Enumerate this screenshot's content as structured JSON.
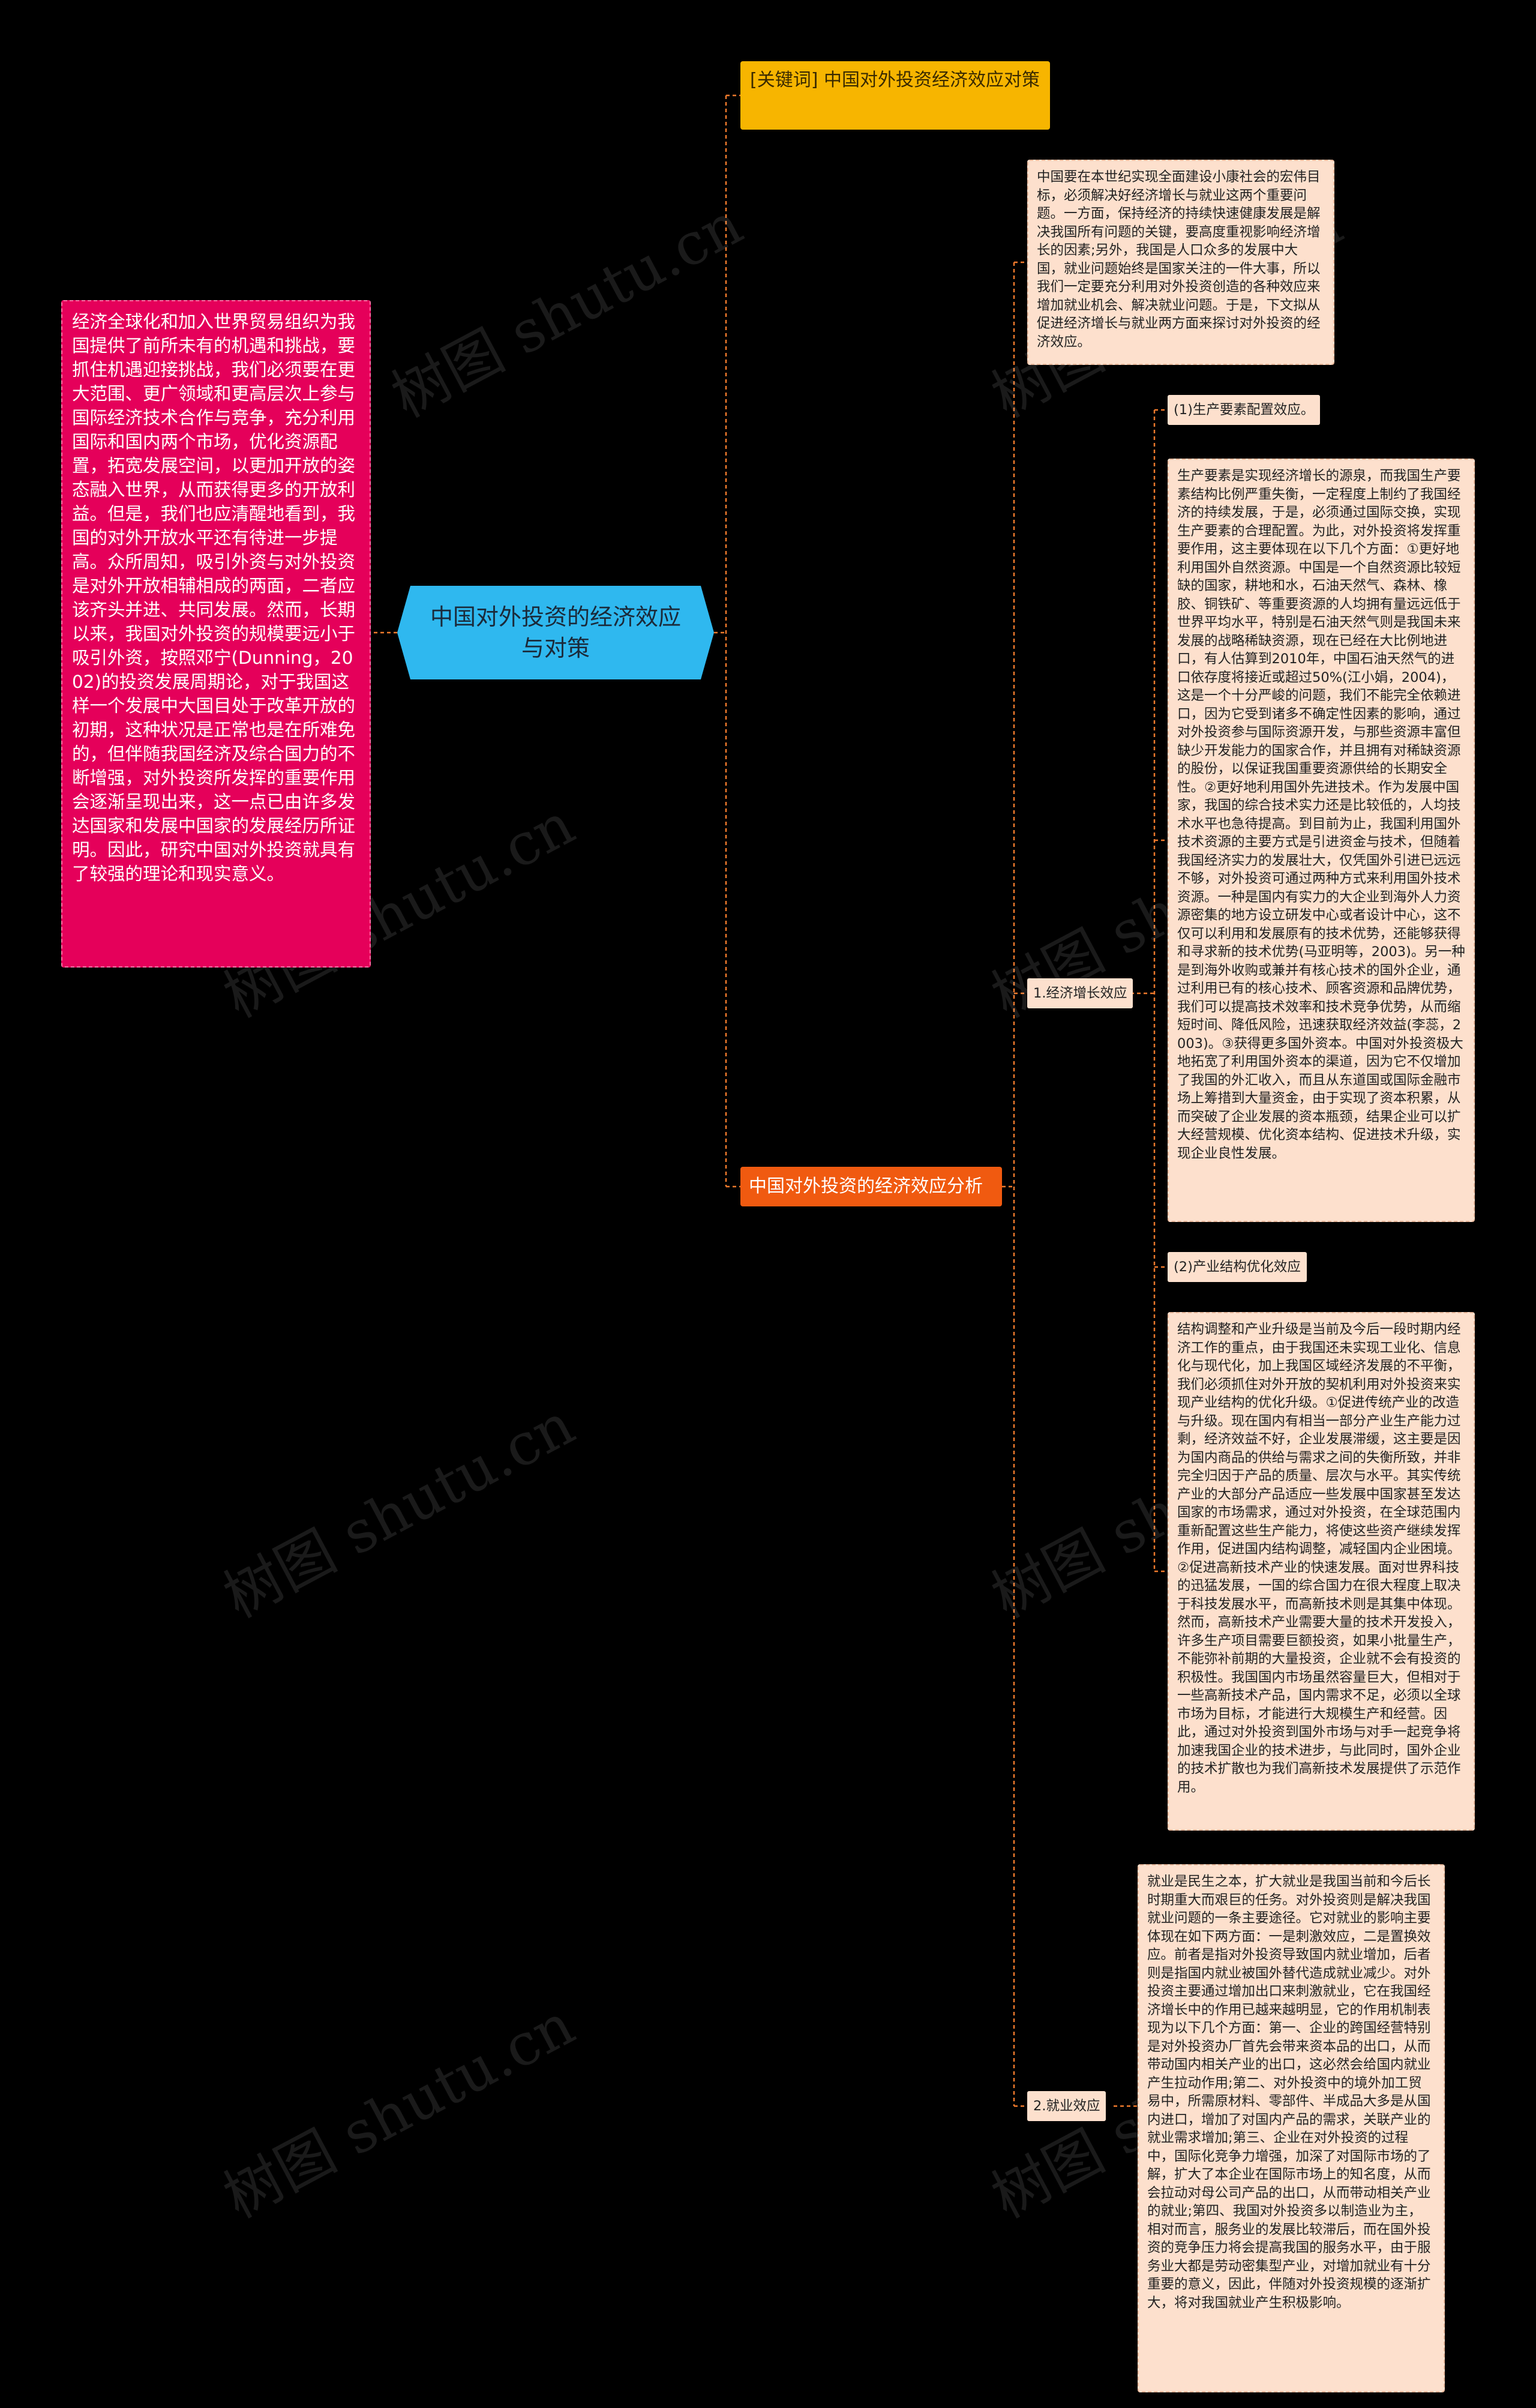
{
  "watermark": "树图 shutu.cn",
  "colors": {
    "background": "#000000",
    "root": "#2fb8ef",
    "intro": "#e5005a",
    "keyword": "#f7b500",
    "analysis": "#f05a10",
    "paragraph": "#fde0cd",
    "connector": "#f07a2c"
  },
  "root": {
    "title": "中国对外投资的经济效应与对策"
  },
  "intro": {
    "text": "经济全球化和加入世界贸易组织为我国提供了前所未有的机遇和挑战，要抓住机遇迎接挑战，我们必须要在更大范围、更广领域和更高层次上参与国际经济技术合作与竞争，充分利用国际和国内两个市场，优化资源配置，拓宽发展空间，以更加开放的姿态融入世界，从而获得更多的开放利益。但是，我们也应清醒地看到，我国的对外开放水平还有待进一步提高。众所周知，吸引外资与对外投资是对外开放相辅相成的两面，二者应该齐头并进、共同发展。然而，长期以来，我国对外投资的规模要远小于吸引外资，按照邓宁(Dunning，2002)的投资发展周期论，对于我国这样一个发展中大国目处于改革开放的初期，这种状况是正常也是在所难免的，但伴随我国经济及综合国力的不断增强，对外投资所发挥的重要作用会逐渐呈现出来，这一点已由许多发达国家和发展中国家的发展经历所证明。因此，研究中国对外投资就具有了较强的理论和现实意义。"
  },
  "keyword": {
    "text": "[关键词] 中国对外投资经济效应对策"
  },
  "analysis": {
    "title": "中国对外投资的经济效应分析",
    "intro_paragraph": "中国要在本世纪实现全面建设小康社会的宏伟目标，必须解决好经济增长与就业这两个重要问题。一方面，保持经济的持续快速健康发展是解决我国所有问题的关键，要高度重视影响经济增长的因素;另外，我国是人口众多的发展中大国，就业问题始终是国家关注的一件大事，所以我们一定要充分利用对外投资创造的各种效应来增加就业机会、解决就业问题。于是，下文拟从促进经济增长与就业两方面来探讨对外投资的经济效应。",
    "growth": {
      "label": "1.经济增长效应",
      "factor": {
        "label": "(1)生产要素配置效应。",
        "text": "生产要素是实现经济增长的源泉，而我国生产要素结构比例严重失衡，一定程度上制约了我国经济的持续发展，于是，必须通过国际交换，实现生产要素的合理配置。为此，对外投资将发挥重要作用，这主要体现在以下几个方面：①更好地利用国外自然资源。中国是一个自然资源比较短缺的国家，耕地和水，石油天然气、森林、橡胶、铜铁矿、等重要资源的人均拥有量远远低于世界平均水平，特别是石油天然气则是我国未来发展的战略稀缺资源，现在已经在大比例地进口，有人估算到2010年，中国石油天然气的进口依存度将接近或超过50%(江小娟，2004)，这是一个十分严峻的问题，我们不能完全依赖进口，因为它受到诸多不确定性因素的影响，通过对外投资参与国际资源开发，与那些资源丰富但缺少开发能力的国家合作，并且拥有对稀缺资源的股份，以保证我国重要资源供给的长期安全性。②更好地利用国外先进技术。作为发展中国家，我国的综合技术实力还是比较低的，人均技术水平也急待提高。到目前为止，我国利用国外技术资源的主要方式是引进资金与技术，但随着我国经济实力的发展壮大，仅凭国外引进已远远不够，对外投资可通过两种方式来利用国外技术资源。一种是国内有实力的大企业到海外人力资源密集的地方设立研发中心或者设计中心，这不仅可以利用和发展原有的技术优势，还能够获得和寻求新的技术优势(马亚明等，2003)。另一种是到海外收购或兼并有核心技术的国外企业，通过利用已有的核心技术、顾客资源和品牌优势，我们可以提高技术效率和技术竞争优势，从而缩短时间、降低风险，迅速获取经济效益(李蕊，2003)。③获得更多国外资本。中国对外投资极大地拓宽了利用国外资本的渠道，因为它不仅增加了我国的外汇收入，而且从东道国或国际金融市场上筹措到大量资金，由于实现了资本积累，从而突破了企业发展的资本瓶颈，结果企业可以扩大经营规模、优化资本结构、促进技术升级，实现企业良性发展。"
      },
      "industry": {
        "label": "(2)产业结构优化效应",
        "text": "结构调整和产业升级是当前及今后一段时期内经济工作的重点，由于我国还未实现工业化、信息化与现代化，加上我国区域经济发展的不平衡，我们必须抓住对外开放的契机利用对外投资来实现产业结构的优化升级。①促进传统产业的改造与升级。现在国内有相当一部分产业生产能力过剩，经济效益不好，企业发展滞缓，这主要是因为国内商品的供给与需求之间的失衡所致，并非完全归因于产品的质量、层次与水平。其实传统产业的大部分产品适应一些发展中国家甚至发达国家的市场需求，通过对外投资，在全球范围内重新配置这些生产能力，将使这些资产继续发挥作用，促进国内结构调整，减轻国内企业困境。②促进高新技术产业的快速发展。面对世界科技的迅猛发展，一国的综合国力在很大程度上取决于科技发展水平，而高新技术则是其集中体现。然而，高新技术产业需要大量的技术开发投入，许多生产项目需要巨额投资，如果小批量生产，不能弥补前期的大量投资，企业就不会有投资的积极性。我国国内市场虽然容量巨大，但相对于一些高新技术产品，国内需求不足，必须以全球市场为目标，才能进行大规模生产和经营。因此，通过对外投资到国外市场与对手一起竞争将加速我国企业的技术进步，与此同时，国外企业的技术扩散也为我们高新技术发展提供了示范作用。"
      }
    },
    "employment": {
      "label": "2.就业效应",
      "text": "就业是民生之本，扩大就业是我国当前和今后长时期重大而艰巨的任务。对外投资则是解决我国就业问题的一条主要途径。它对就业的影响主要体现在如下两方面：一是刺激效应，二是置换效应。前者是指对外投资导致国内就业增加，后者则是指国内就业被国外替代造成就业减少。对外投资主要通过增加出口来刺激就业，它在我国经济增长中的作用已越来越明显，它的作用机制表现为以下几个方面：第一、企业的跨国经营特别是对外投资办厂首先会带来资本品的出口，从而带动国内相关产业的出口，这必然会给国内就业产生拉动作用;第二、对外投资中的境外加工贸易中，所需原材料、零部件、半成品大多是从国内进口，增加了对国内产品的需求，关联产业的就业需求增加;第三、企业在对外投资的过程中，国际化竞争力增强，加深了对国际市场的了解，扩大了本企业在国际市场上的知名度，从而会拉动对母公司产品的出口，从而带动相关产业的就业;第四、我国对外投资多以制造业为主，相对而言，服务业的发展比较滞后，而在国外投资的竞争压力将会提高我国的服务水平，由于服务业大都是劳动密集型产业，对增加就业有十分重要的意义，因此，伴随对外投资规模的逐渐扩大，将对我国就业产生积极影响。"
    }
  }
}
